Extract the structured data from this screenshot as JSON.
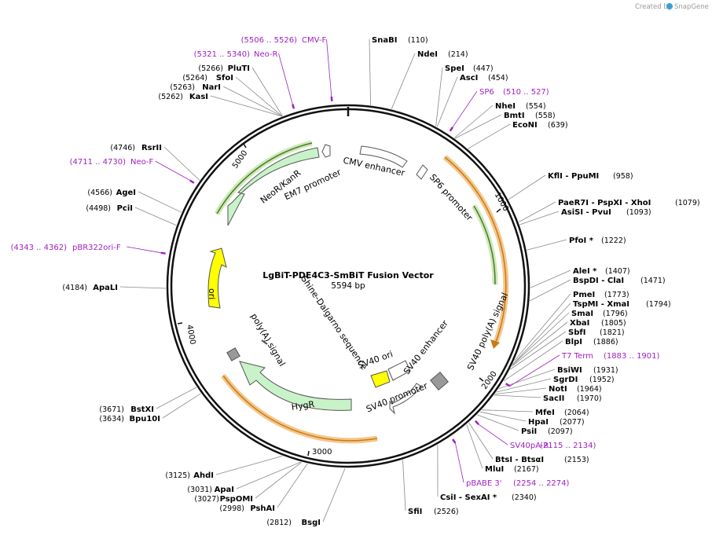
{
  "credit": {
    "prefix": "Created by",
    "brand": "SnapGene"
  },
  "title": "LgBiT-PDE4C3-SmBiT Fusion Vector",
  "length": "5594 bp",
  "ticks": [
    "1000",
    "2000",
    "3000",
    "4000",
    "5000"
  ],
  "features": [
    {
      "name": "CMV enhancer"
    },
    {
      "name": "SP6 promoter"
    },
    {
      "name": "EM7 promoter"
    },
    {
      "name": "NeoR/KanR"
    },
    {
      "name": "ori"
    },
    {
      "name": "poly(A) signal"
    },
    {
      "name": "Shine-Dalgarno sequence"
    },
    {
      "name": "HygR"
    },
    {
      "name": "SV40 ori"
    },
    {
      "name": "SV40 enhancer"
    },
    {
      "name": "SV40 poly(A) signal"
    },
    {
      "name": "SV40 promoter"
    }
  ],
  "sites": [
    {
      "name": "SnaBI",
      "pos": "(110)"
    },
    {
      "name": "NdeI",
      "pos": "(214)"
    },
    {
      "name": "SpeI",
      "pos": "(447)"
    },
    {
      "name": "AscI",
      "pos": "(454)"
    },
    {
      "name": "NheI",
      "pos": "(554)"
    },
    {
      "name": "BmtI",
      "pos": "(558)"
    },
    {
      "name": "EcoNI",
      "pos": "(639)"
    },
    {
      "name": "KflI   - PpuMI",
      "pos": "(958)"
    },
    {
      "name": "PaeR7I   - PspXI   - XhoI",
      "pos": "(1079)"
    },
    {
      "name": "AsiSI   - PvuI",
      "pos": "(1093)"
    },
    {
      "name": "PfoI *",
      "pos": "(1222)"
    },
    {
      "name": "AleI *",
      "pos": "(1407)"
    },
    {
      "name": "BspDI   - ClaI",
      "pos": "(1471)"
    },
    {
      "name": "PmeI",
      "pos": "(1773)"
    },
    {
      "name": "TspMI   - XmaI",
      "pos": "(1794)"
    },
    {
      "name": "SmaI",
      "pos": "(1796)"
    },
    {
      "name": "XbaI",
      "pos": "(1805)"
    },
    {
      "name": "SbfI",
      "pos": "(1821)"
    },
    {
      "name": "BlpI",
      "pos": "(1886)"
    },
    {
      "name": "BsiWI",
      "pos": "(1931)"
    },
    {
      "name": "SgrDI",
      "pos": "(1952)"
    },
    {
      "name": "NotI",
      "pos": "(1964)"
    },
    {
      "name": "SacII",
      "pos": "(1970)"
    },
    {
      "name": "MfeI",
      "pos": "(2064)"
    },
    {
      "name": "HpaI",
      "pos": "(2077)"
    },
    {
      "name": "PsiI",
      "pos": "(2097)"
    },
    {
      "name": "BtsI   - BtsαI",
      "pos": "(2153)"
    },
    {
      "name": "MluI",
      "pos": "(2167)"
    },
    {
      "name": "CsiI   - SexAI *",
      "pos": "(2340)"
    },
    {
      "name": "SfiI",
      "pos": "(2526)"
    },
    {
      "name": "BsgI",
      "pos": "(2812)"
    },
    {
      "name": "PshAI",
      "pos": "(2998)"
    },
    {
      "name": "PspOMI",
      "pos": "(3027)"
    },
    {
      "name": "ApaI",
      "pos": "(3031)"
    },
    {
      "name": "AhdI",
      "pos": "(3125)"
    },
    {
      "name": "Bpu10I",
      "pos": "(3634)"
    },
    {
      "name": "BstXI",
      "pos": "(3671)"
    },
    {
      "name": "ApaLI",
      "pos": "(4184)"
    },
    {
      "name": "PciI",
      "pos": "(4498)"
    },
    {
      "name": "AgeI",
      "pos": "(4566)"
    },
    {
      "name": "RsrII",
      "pos": "(4746)"
    },
    {
      "name": "KasI",
      "pos": "(5262)"
    },
    {
      "name": "NarI",
      "pos": "(5263)"
    },
    {
      "name": "SfoI",
      "pos": "(5264)"
    },
    {
      "name": "PluTI",
      "pos": "(5266)"
    }
  ],
  "primers": [
    {
      "name": "CMV-F",
      "pos": "(5506 .. 5526)"
    },
    {
      "name": "Neo-R",
      "pos": "(5321 .. 5340)"
    },
    {
      "name": "SP6",
      "pos": "(510 .. 527)"
    },
    {
      "name": "Neo-F",
      "pos": "(4711 .. 4730)"
    },
    {
      "name": "pBR322ori-F",
      "pos": "(4343 .. 4362)"
    },
    {
      "name": "T7 Term",
      "pos": "(1883 .. 1901)"
    },
    {
      "name": "SV40pA-R",
      "pos": "(2115 .. 2134)"
    },
    {
      "name": "pBABE 3'",
      "pos": "(2254 .. 2274)"
    }
  ]
}
